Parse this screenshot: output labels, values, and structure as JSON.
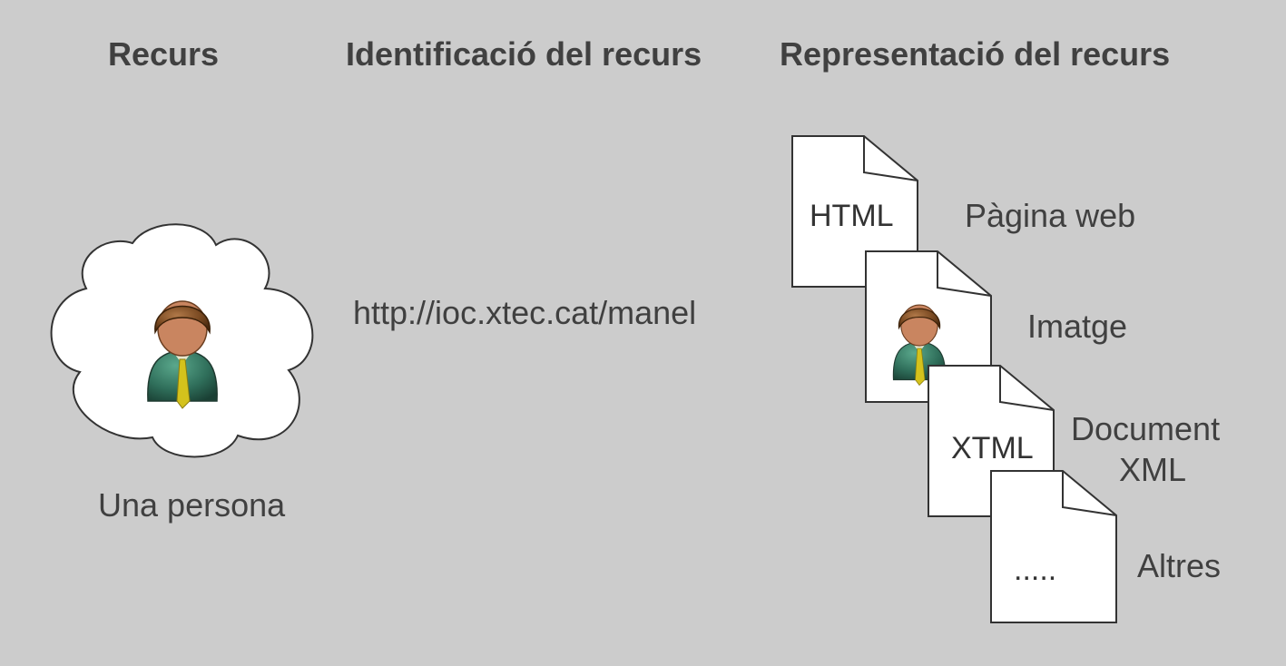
{
  "headings": {
    "resource": "Recurs",
    "identification": "Identificació del recurs",
    "representation": "Representació del recurs"
  },
  "resource": {
    "caption": "Una persona",
    "icon": "person-icon"
  },
  "identifier": {
    "uri": "http://ioc.xtec.cat/manel"
  },
  "representations": [
    {
      "doc_text": "HTML",
      "label": "Pàgina web",
      "icon": "document-icon"
    },
    {
      "doc_text": "",
      "label": "Imatge",
      "icon": "person-icon"
    },
    {
      "doc_text": "XTML",
      "label_line1": "Document",
      "label_line2": "XML",
      "icon": "document-icon"
    },
    {
      "doc_text": ".....",
      "label": "Altres",
      "icon": "document-icon"
    }
  ],
  "colors": {
    "background": "#cccccc",
    "text": "#404040",
    "paper": "#ffffff",
    "outline": "#333333",
    "hair": "#7a4a22",
    "suit": "#2f6e5a",
    "tie": "#d4c21c"
  }
}
